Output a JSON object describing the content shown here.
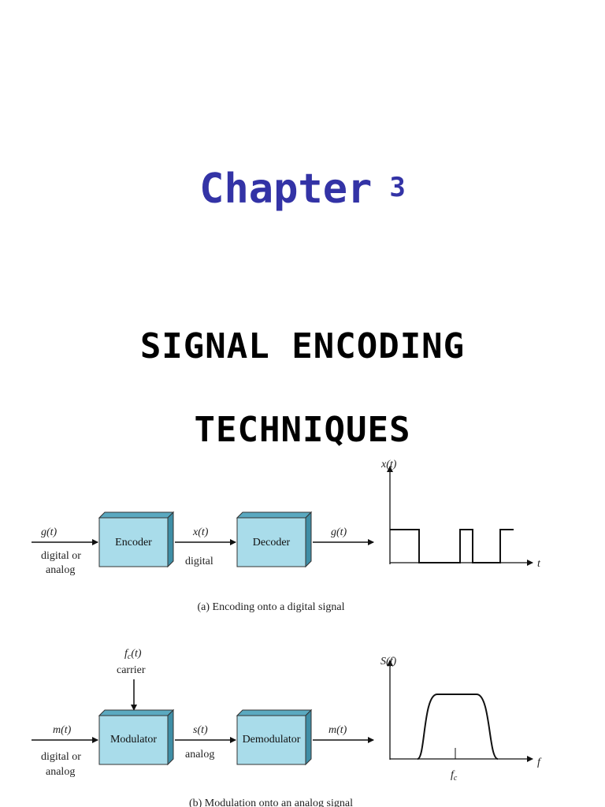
{
  "heading": {
    "word": "Chapter",
    "number": "3"
  },
  "title": {
    "line1": "SIGNAL ENCODING",
    "line2": "TECHNIQUES"
  },
  "figure_a": {
    "input_signal": "g(t)",
    "input_note_1": "digital or",
    "input_note_2": "analog",
    "block1": "Encoder",
    "mid_signal": "x(t)",
    "mid_note": "digital",
    "block2": "Decoder",
    "output_signal": "g(t)",
    "plot_ylabel": "x(t)",
    "plot_xlabel": "t",
    "caption": "(a) Encoding onto a digital signal"
  },
  "figure_b": {
    "carrier_signal": "f",
    "carrier_sub": "c",
    "carrier_arg": "(t)",
    "carrier_note": "carrier",
    "input_signal": "m(t)",
    "input_note_1": "digital or",
    "input_note_2": "analog",
    "block1": "Modulator",
    "mid_signal": "s(t)",
    "mid_note": "analog",
    "block2": "Demodulator",
    "output_signal": "m(t)",
    "plot_ylabel": "S(f)",
    "plot_xlabel": "f",
    "plot_tick": "f",
    "plot_tick_sub": "c",
    "caption": "(b) Modulation onto an analog signal"
  },
  "colors": {
    "block_face": "#a9dcea",
    "block_side": "#5aa9c0",
    "heading": "#3333a6"
  }
}
